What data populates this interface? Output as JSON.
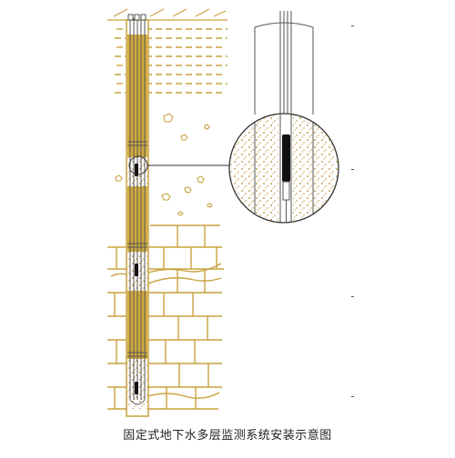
{
  "diagram": {
    "caption": "固定式地下水多层监测系统安装示意图",
    "colors": {
      "ochre": "#c9a23f",
      "ochre_fill": "#d3aa3f",
      "sand_dots": "#b8862e",
      "tube_grey": "#555555",
      "sensor_black": "#111111",
      "background": "#ffffff"
    },
    "components": {
      "well": "monitoring-well",
      "magnifier": "detail-magnifier",
      "sensor": "groundwater-sensor"
    }
  }
}
